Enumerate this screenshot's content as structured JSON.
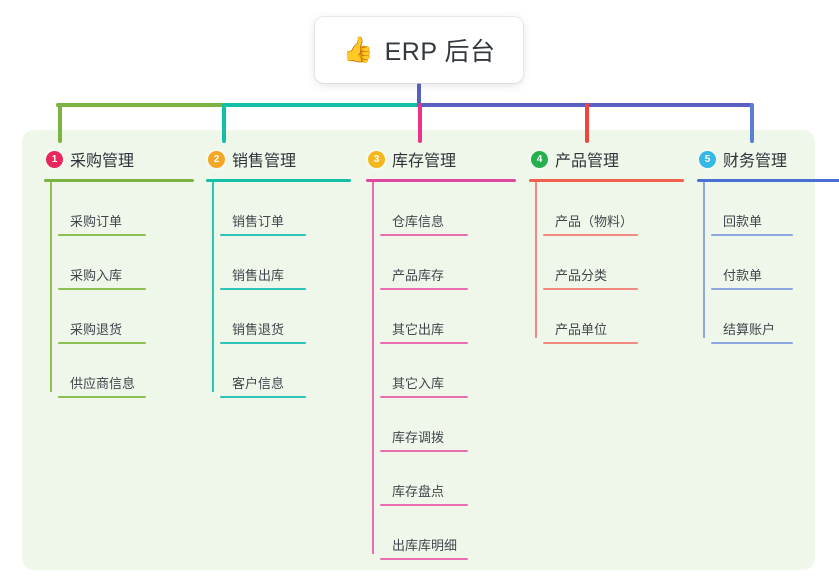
{
  "diagram": {
    "type": "mindmap",
    "title": "ERP 后台",
    "panel_bg": "#eef7e9",
    "root": {
      "icon": "thumbs-up-icon",
      "emoji": "👍",
      "label": "ERP 后台",
      "stem_color": "#5a5fc4"
    },
    "connector": {
      "segments": [
        {
          "color": "#7cb342",
          "label": "采购管理连接线"
        },
        {
          "color": "#13bfa6",
          "label": "销售管理连接线"
        },
        {
          "color": "#5a5fc4",
          "label": "库存产品财务连接线"
        }
      ]
    },
    "branches": [
      {
        "index": "1",
        "title": "采购管理",
        "badge_color": "#e8285a",
        "rule_color": "#7cb342",
        "line_color": "#8cc152",
        "stem_color": "#7cb342",
        "items": [
          {
            "label": "采购订单"
          },
          {
            "label": "采购入库"
          },
          {
            "label": "采购退货"
          },
          {
            "label": "供应商信息"
          }
        ]
      },
      {
        "index": "2",
        "title": "销售管理",
        "badge_color": "#f5a623",
        "rule_color": "#13bfa6",
        "line_color": "#2ec4b6",
        "stem_color": "#13bfa6",
        "items": [
          {
            "label": "销售订单"
          },
          {
            "label": "销售出库"
          },
          {
            "label": "销售退货"
          },
          {
            "label": "客户信息"
          }
        ]
      },
      {
        "index": "3",
        "title": "库存管理",
        "badge_color": "#f5b81c",
        "rule_color": "#e0479e",
        "line_color": "#ea6fb0",
        "stem_color": "#e8348b",
        "items": [
          {
            "label": "仓库信息"
          },
          {
            "label": "产品库存"
          },
          {
            "label": "其它出库"
          },
          {
            "label": "其它入库"
          },
          {
            "label": "库存调拨"
          },
          {
            "label": "库存盘点"
          },
          {
            "label": "出库库明细"
          }
        ]
      },
      {
        "index": "4",
        "title": "产品管理",
        "badge_color": "#22b14c",
        "rule_color": "#f0614c",
        "line_color": "#f08a80",
        "stem_color": "#f0453c",
        "items": [
          {
            "label": "产品（物料）"
          },
          {
            "label": "产品分类"
          },
          {
            "label": "产品单位"
          }
        ]
      },
      {
        "index": "5",
        "title": "财务管理",
        "badge_color": "#35b7e8",
        "rule_color": "#4a6fd4",
        "line_color": "#8fa6de",
        "stem_color": "#5a7fd6",
        "items": [
          {
            "label": "回款单"
          },
          {
            "label": "付款单"
          },
          {
            "label": "结算账户"
          }
        ]
      }
    ]
  }
}
